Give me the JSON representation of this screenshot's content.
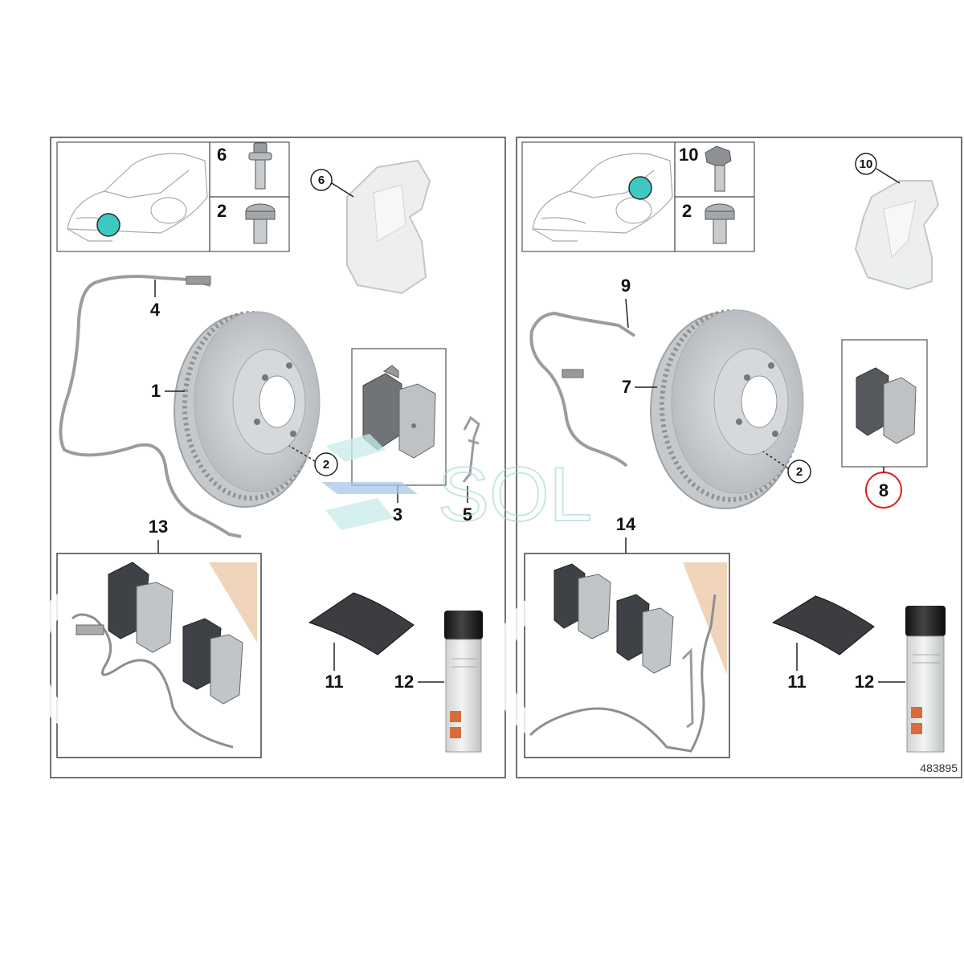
{
  "left_panel": {
    "fastener_labels": [
      "6",
      "2"
    ],
    "part_labels": {
      "sensor": "4",
      "disc": "1",
      "disc_bolt": "2",
      "pads": "3",
      "clip": "5",
      "carrier": "6",
      "kit": "13",
      "paste": "11",
      "spray": "12"
    }
  },
  "right_panel": {
    "fastener_labels": [
      "10",
      "2"
    ],
    "part_labels": {
      "sensor": "9",
      "disc": "7",
      "disc_bolt": "2",
      "pads": "8",
      "carrier": "10",
      "kit": "14",
      "paste": "11",
      "spray": "12"
    }
  },
  "reference_number": "483895",
  "watermark": "SOL",
  "colors": {
    "location_marker": "#3ec8c0",
    "highlight_circle": "#e02020",
    "watermark": "#9fd8d4"
  }
}
